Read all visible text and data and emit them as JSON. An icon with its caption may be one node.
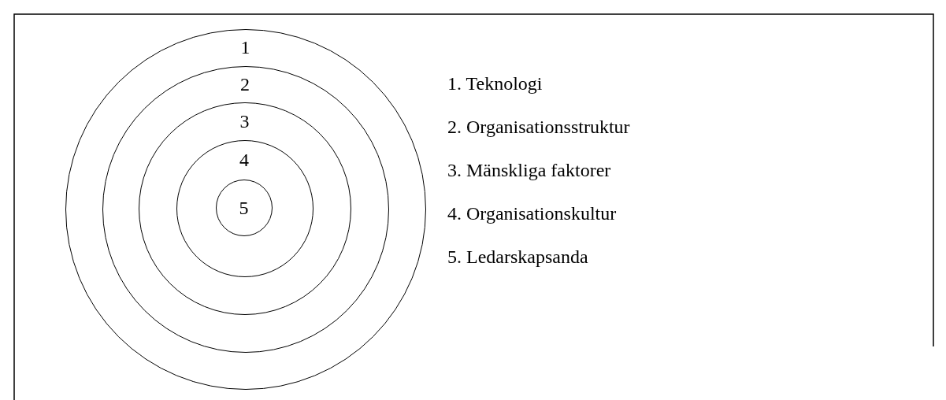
{
  "diagram": {
    "nodes": [
      {
        "text": [
          "1"
        ]
      },
      {
        "text": [
          "2"
        ],
        "in": 0
      },
      {
        "text": [
          "3"
        ],
        "in": 1
      },
      {
        "text": [
          "4"
        ],
        "in": 2
      },
      {
        "text": [
          "5"
        ],
        "in": 3
      }
    ],
    "labels": [
      "1. Teknologi",
      "2. Organisationsstruktur",
      "3. Mänskliga faktorer",
      "4. Organisationskultur",
      "5. Ledarskapsanda"
    ]
  }
}
